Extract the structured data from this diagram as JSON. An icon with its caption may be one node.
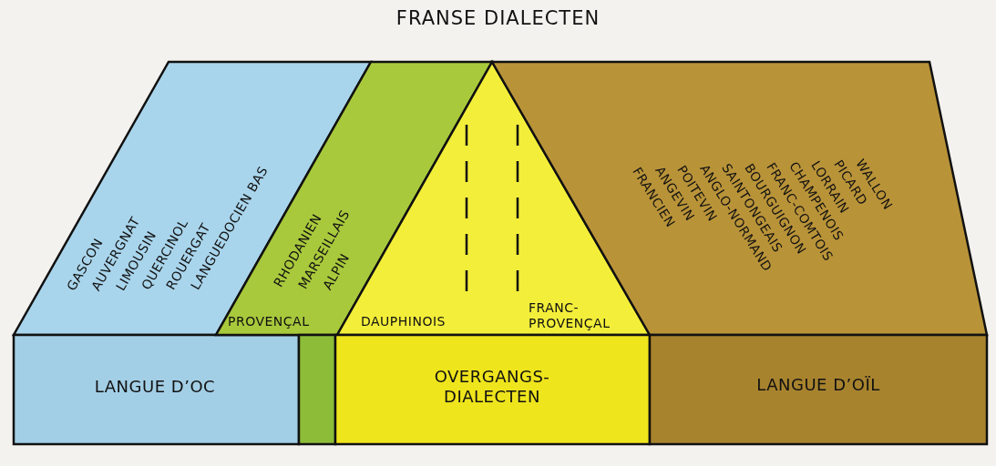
{
  "diagram": {
    "title": "FRANSE DIALECTEN",
    "nodes": [
      {
        "text": [
          "GASCON",
          "AUVERGNAT",
          "LIMOUSIN",
          "QUERCINOL",
          "ROUERGAT",
          "LANGUEDOCIEN BAS"
        ]
      },
      {
        "text": [
          "LANGUE D’OC"
        ]
      },
      {
        "text": [
          "RHODANIEN",
          "MARSEILLAIS",
          "ALPIN",
          "PROVENÇAL"
        ]
      },
      {
        "text": [],
        "shape": "box"
      },
      {
        "text": [
          "DAUPHINOIS",
          "FRANC- PROVENÇAL"
        ]
      },
      {
        "text": [
          "OVERGANGS- DIALECTEN"
        ]
      },
      {
        "text": [
          "WALLON",
          "PICARD",
          "LORRAIN",
          "CHAMPENOIS",
          "FRANC-COMTOIS",
          "BOURGUIGNON",
          "SAINTONGEAIS",
          "ANGLO-NORMAND",
          "POITEVIN",
          "ANGEVIN",
          "FRANCIEN"
        ]
      },
      {
        "text": [
          "LANGUE D’OÏL"
        ]
      }
    ]
  }
}
